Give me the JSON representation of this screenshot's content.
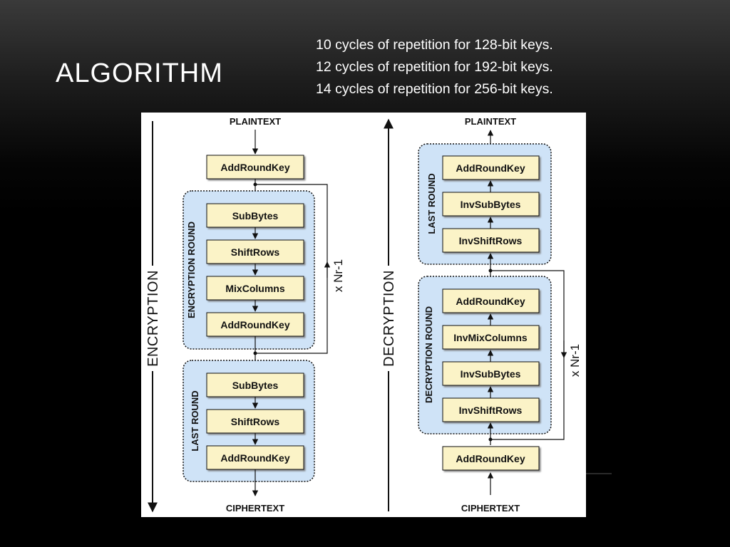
{
  "slide": {
    "title": "ALGORITHM",
    "notes": [
      "10 cycles of repetition for 128-bit keys.",
      "12 cycles of repetition for 192-bit keys.",
      "14 cycles of repetition for 256-bit keys."
    ]
  },
  "diagram": {
    "encryption": {
      "side_label": "ENCRYPTION",
      "input_label": "PLAINTEXT",
      "output_label": "CIPHERTEXT",
      "initial_step": "AddRoundKey",
      "round_label": "ENCRYPTION ROUND",
      "round_steps": [
        "SubBytes",
        "ShiftRows",
        "MixColumns",
        "AddRoundKey"
      ],
      "repeat_label": "x Nr-1",
      "last_round_label": "LAST ROUND",
      "last_round_steps": [
        "SubBytes",
        "ShiftRows",
        "AddRoundKey"
      ]
    },
    "decryption": {
      "side_label": "DECRYPTION",
      "output_label": "PLAINTEXT",
      "input_label": "CIPHERTEXT",
      "last_round_label": "LAST ROUND",
      "last_round_steps": [
        "AddRoundKey",
        "InvSubBytes",
        "InvShiftRows"
      ],
      "round_label": "DECRYPTION ROUND",
      "round_steps": [
        "AddRoundKey",
        "InvMixColumns",
        "InvSubBytes",
        "InvShiftRows"
      ],
      "repeat_label": "x Nr-1",
      "initial_step": "AddRoundKey"
    },
    "colors": {
      "box_fill": "#fbf3c7",
      "group_fill": "#cfe3f7",
      "line": "#111111"
    }
  }
}
